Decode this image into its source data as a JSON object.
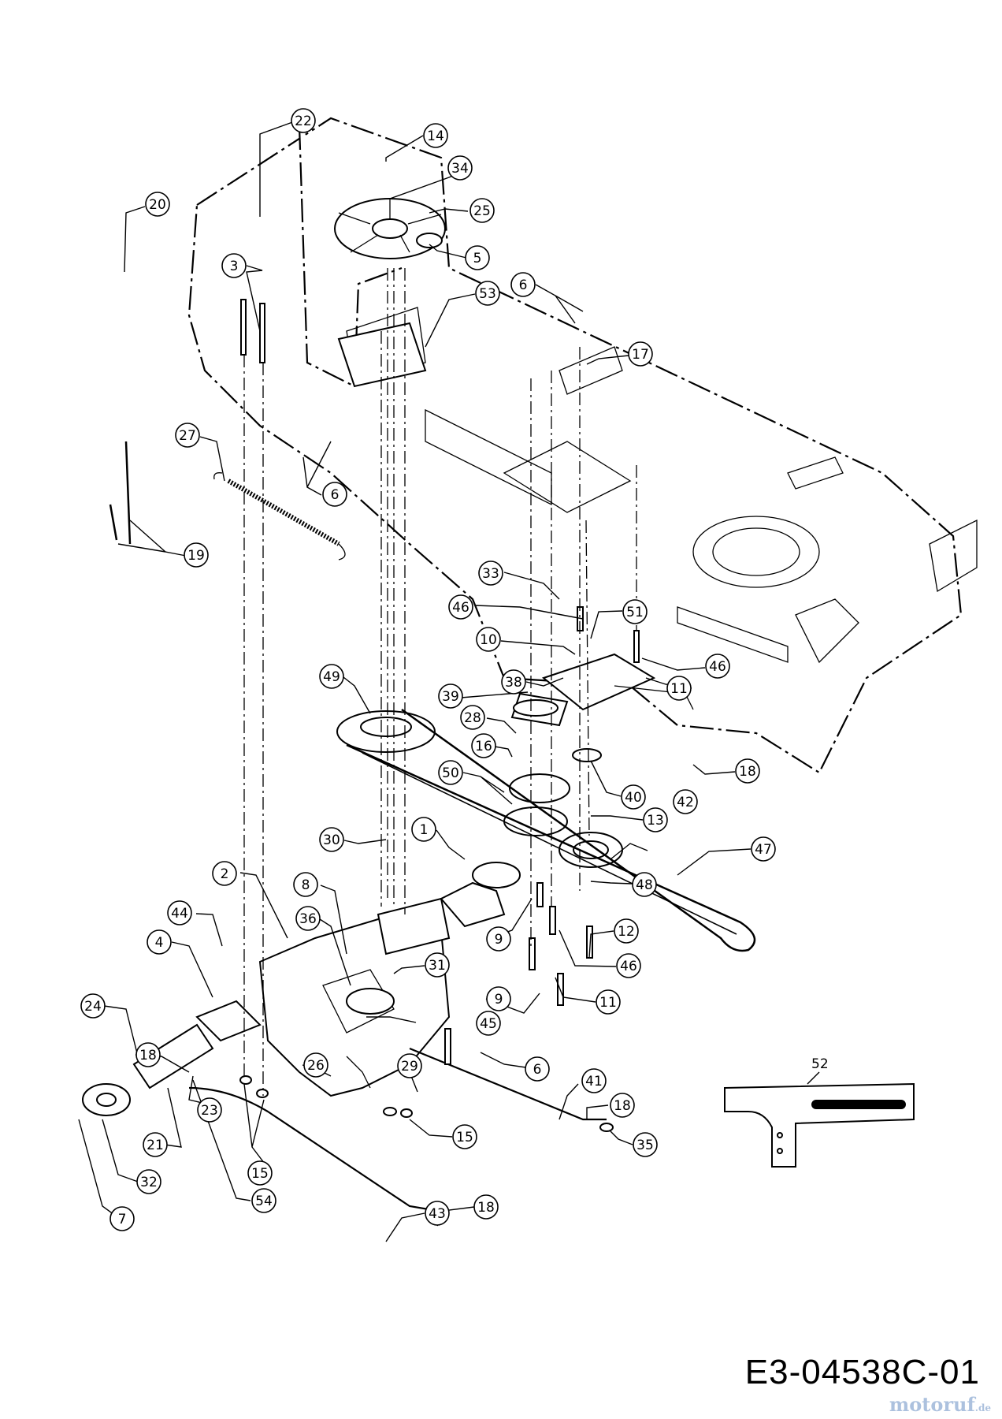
{
  "diagram": {
    "drawing_code": "E3-04538C-01",
    "watermark": "motoruf",
    "watermark_tld": ".de",
    "callouts": [
      {
        "label": "22"
      },
      {
        "label": "14"
      },
      {
        "label": "34"
      },
      {
        "label": "25"
      },
      {
        "label": "20"
      },
      {
        "label": "5"
      },
      {
        "label": "3"
      },
      {
        "label": "6"
      },
      {
        "label": "53"
      },
      {
        "label": "17"
      },
      {
        "label": "27"
      },
      {
        "label": "6"
      },
      {
        "label": "19"
      },
      {
        "label": "33"
      },
      {
        "label": "46"
      },
      {
        "label": "51"
      },
      {
        "label": "10"
      },
      {
        "label": "46"
      },
      {
        "label": "39"
      },
      {
        "label": "38"
      },
      {
        "label": "11"
      },
      {
        "label": "49"
      },
      {
        "label": "28"
      },
      {
        "label": "16"
      },
      {
        "label": "18"
      },
      {
        "label": "42"
      },
      {
        "label": "50"
      },
      {
        "label": "40"
      },
      {
        "label": "30"
      },
      {
        "label": "13"
      },
      {
        "label": "1"
      },
      {
        "label": "47"
      },
      {
        "label": "2"
      },
      {
        "label": "8"
      },
      {
        "label": "48"
      },
      {
        "label": "44"
      },
      {
        "label": "36"
      },
      {
        "label": "9"
      },
      {
        "label": "12"
      },
      {
        "label": "46"
      },
      {
        "label": "4"
      },
      {
        "label": "31"
      },
      {
        "label": "9"
      },
      {
        "label": "11"
      },
      {
        "label": "18"
      },
      {
        "label": "45"
      },
      {
        "label": "24"
      },
      {
        "label": "6"
      },
      {
        "label": "26"
      },
      {
        "label": "41"
      },
      {
        "label": "29"
      },
      {
        "label": "18"
      },
      {
        "label": "23"
      },
      {
        "label": "15"
      },
      {
        "label": "35"
      },
      {
        "label": "21"
      },
      {
        "label": "15"
      },
      {
        "label": "32"
      },
      {
        "label": "54"
      },
      {
        "label": "43"
      },
      {
        "label": "18"
      },
      {
        "label": "7"
      }
    ],
    "plain_labels": [
      {
        "label": "52"
      }
    ]
  }
}
